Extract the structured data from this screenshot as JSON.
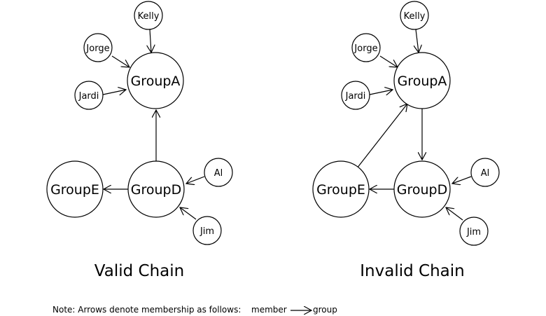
{
  "diagrams": [
    {
      "title": "Valid Chain",
      "members": {
        "kelly": "Kelly",
        "jorge": "Jorge",
        "jardi": "Jardi",
        "al": "Al",
        "jim": "Jim"
      },
      "groups": {
        "a": "GroupA",
        "d": "GroupD",
        "e": "GroupE"
      }
    },
    {
      "title": "Invalid Chain",
      "members": {
        "kelly": "Kelly",
        "jorge": "Jorge",
        "jardi": "Jardi",
        "al": "Al",
        "jim": "Jim"
      },
      "groups": {
        "a": "GroupA",
        "d": "GroupD",
        "e": "GroupE"
      }
    }
  ],
  "note": {
    "prefix": "Note: Arrows denote membership as follows:",
    "member": "member",
    "group": "group"
  }
}
